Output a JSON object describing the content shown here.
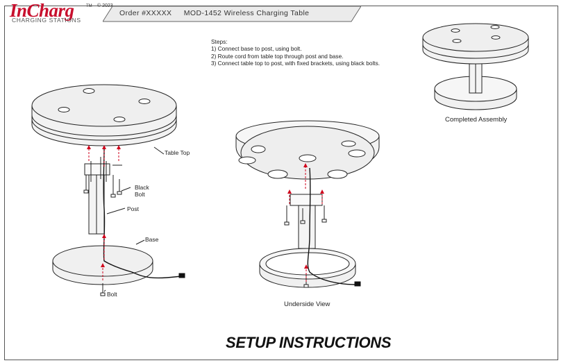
{
  "brand": {
    "logo_text": "InCharg",
    "trademark": "TM",
    "tagline": "CHARGING STATIONS",
    "copyright": "© 2023"
  },
  "header": {
    "order": "Order #XXXXX",
    "product": "MOD-1452 Wireless Charging Table"
  },
  "steps": {
    "heading": "Steps:",
    "items": [
      "1) Connect base to post, using bolt.",
      "2) Route cord from table top through post and base.",
      "3) Connect table top to post, with fixed brackets, using black bolts."
    ]
  },
  "labels": {
    "table_top": "Table Top",
    "black_bolt_line1": "Black",
    "black_bolt_line2": "Bolt",
    "post": "Post",
    "base": "Base",
    "bolt": "Bolt"
  },
  "captions": {
    "completed": "Completed Assembly",
    "underside": "Underside View"
  },
  "title": "SETUP INSTRUCTIONS",
  "colors": {
    "brand_red": "#c8102e",
    "arrow_red": "#d0021b",
    "line": "#222222",
    "fill_gray": "#eeeeee"
  }
}
